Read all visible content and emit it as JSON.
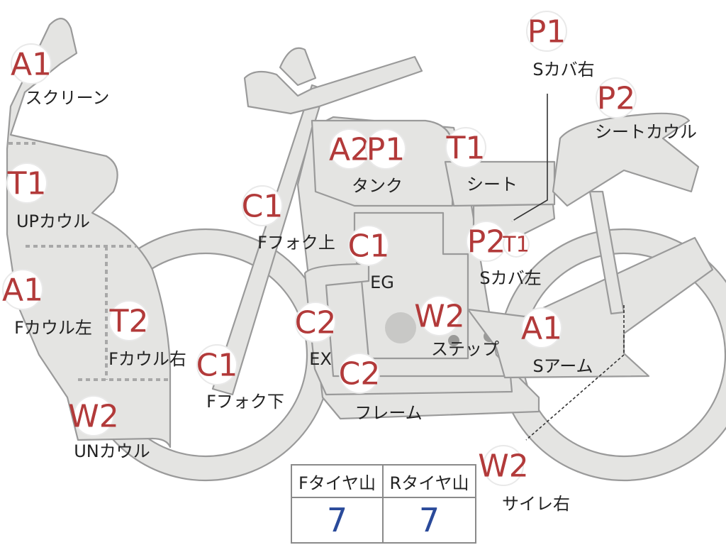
{
  "markers": [
    {
      "id": "m-a1-screen",
      "code": "A1",
      "label": "スクリーン"
    },
    {
      "id": "m-t1-upcowl",
      "code": "T1",
      "label": "UPカウル"
    },
    {
      "id": "m-a1-fcowl-l",
      "code": "A1",
      "label": "Fカウル左"
    },
    {
      "id": "m-t2-fcowl-r",
      "code": "T2",
      "label": "Fカウル右"
    },
    {
      "id": "m-w2-uncowl",
      "code": "W2",
      "label": "UNカウル"
    },
    {
      "id": "m-c1-ffork-up",
      "code": "C1",
      "label": "Fフォク上"
    },
    {
      "id": "m-c1-ffork-low",
      "code": "C1",
      "label": "Fフォク下"
    },
    {
      "id": "m-a2-tank",
      "code": "A2",
      "label": ""
    },
    {
      "id": "m-p1-tank",
      "code": "P1",
      "label": "タンク"
    },
    {
      "id": "m-t1-seat",
      "code": "T1",
      "label": "シート"
    },
    {
      "id": "m-c1-eg",
      "code": "C1",
      "label": "EG"
    },
    {
      "id": "m-c2-ex",
      "code": "C2",
      "label": "EX"
    },
    {
      "id": "m-c2-frame",
      "code": "C2",
      "label": "フレーム"
    },
    {
      "id": "m-w2-step",
      "code": "W2",
      "label": "ステップ"
    },
    {
      "id": "m-p2-scover-l",
      "code": "P2",
      "label": "Sカバ左"
    },
    {
      "id": "m-t1-scover-l",
      "code": "T1",
      "label": ""
    },
    {
      "id": "m-a1-sarm",
      "code": "A1",
      "label": "Sアーム"
    },
    {
      "id": "m-p1-scover-r",
      "code": "P1",
      "label": "Sカバ右"
    },
    {
      "id": "m-p2-seatcowl",
      "code": "P2",
      "label": "シートカウル"
    },
    {
      "id": "m-w2-muffler-r",
      "code": "W2",
      "label": "サイレ右"
    }
  ],
  "tread_table": {
    "headers": [
      "Fタイヤ山",
      "Rタイヤ山"
    ],
    "values": [
      "7",
      "7"
    ]
  },
  "colors": {
    "code": "#b23a3a",
    "part_fill": "#e4e4e2",
    "part_stroke": "#9a9a9a",
    "value": "#2a4a9a"
  }
}
